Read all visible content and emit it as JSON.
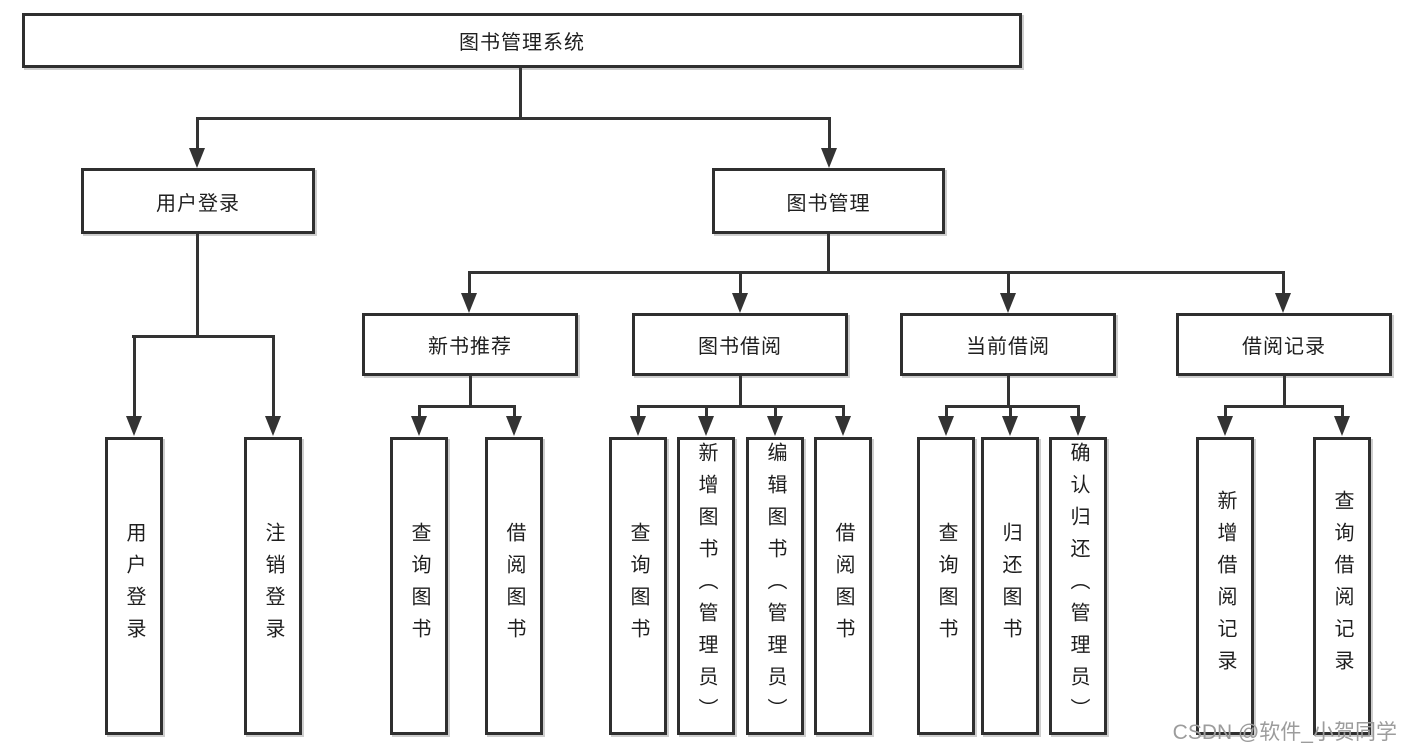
{
  "diagram": {
    "title": "图书管理系统",
    "level2": {
      "user_login": "用户登录",
      "book_mgmt": "图书管理"
    },
    "level3": {
      "new_book": "新书推荐",
      "borrow": "图书借阅",
      "current": "当前借阅",
      "records": "借阅记录"
    },
    "leaves": {
      "user_login": "用户登录",
      "logout": "注销登录",
      "nb_query": "查询图书",
      "nb_borrow": "借阅图书",
      "bw_query": "查询图书",
      "bw_add": "新增图书（管理员）",
      "bw_edit": "编辑图书（管理员）",
      "bw_borrow": "借阅图书",
      "cu_query": "查询图书",
      "cu_return": "归还图书",
      "cu_confirm": "确认归还（管理员）",
      "rc_add": "新增借阅记录",
      "rc_query": "查询借阅记录"
    }
  },
  "watermark": "CSDN @软件_小贺同学",
  "colors": {
    "line": "#333333",
    "text": "#1f1f1f",
    "watermark": "#9c9c9c",
    "background": "#ffffff"
  }
}
